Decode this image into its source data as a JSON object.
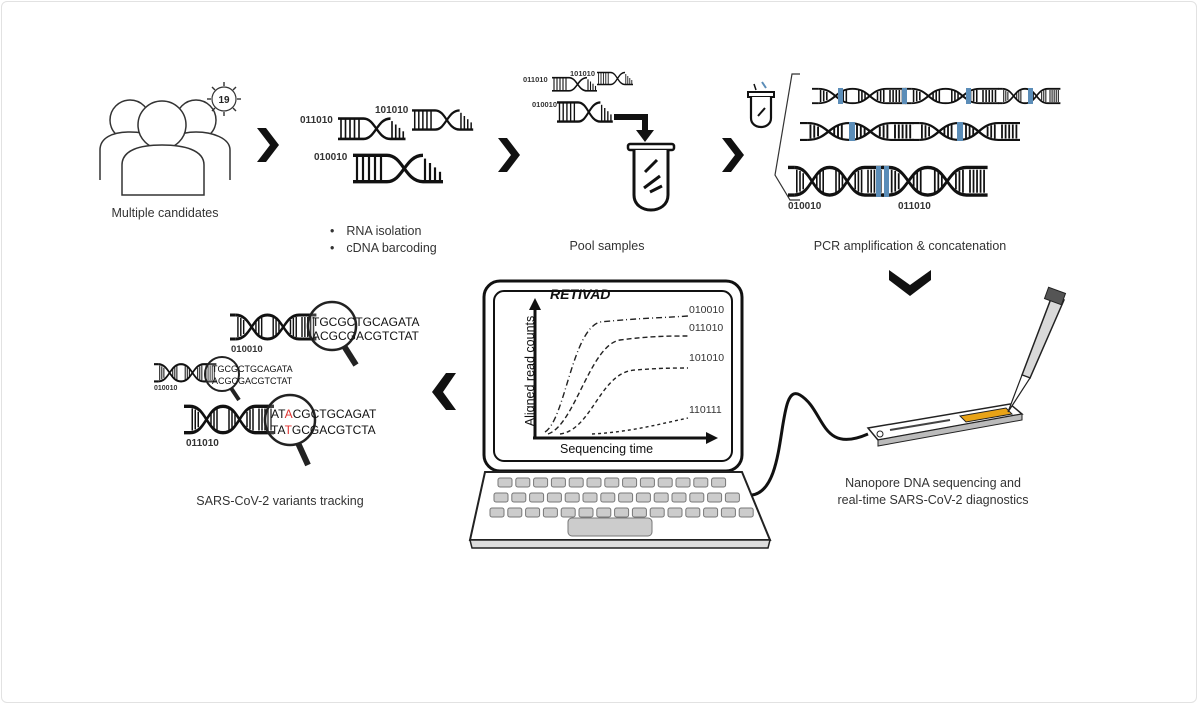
{
  "labels": {
    "multiple_candidates": "Multiple candidates",
    "rna_isolation": "RNA isolation",
    "cdna_barcoding": "cDNA barcoding",
    "pool_samples": "Pool samples",
    "pcr_amplification": "PCR amplification & concatenation",
    "nanopore_line1": "Nanopore DNA sequencing and",
    "nanopore_line2": "real-time SARS-CoV-2 diagnostics",
    "variants_tracking": "SARS-CoV-2 variants tracking",
    "virus_badge": "19"
  },
  "barcodes": {
    "b1": "011010",
    "b2": "101010",
    "b3": "010010",
    "b4": "110111"
  },
  "chart": {
    "title": "RETIVAD",
    "ylabel": "Aligned read counts",
    "xlabel": "Sequencing time",
    "series": [
      "010010",
      "011010",
      "101010",
      "110111"
    ]
  },
  "sequences": {
    "top_line1": "TGCGCTGCAGATA",
    "top_line2": "ACGCGACGTCTAT",
    "mid_line1": "TGCGCTGCAGATA",
    "mid_line2": "ACGCGACGTCTAT",
    "bot_line1_a": "AT",
    "bot_line1_b": "A",
    "bot_line1_c": "CGCTGCAGAT",
    "bot_line2_a": "TA",
    "bot_line2_b": "T",
    "bot_line2_c": "GCGACGTCTA"
  },
  "colors": {
    "mutation": "#e0322f",
    "barcode_band": "#5b8db8",
    "chip_accent": "#e8a317"
  }
}
